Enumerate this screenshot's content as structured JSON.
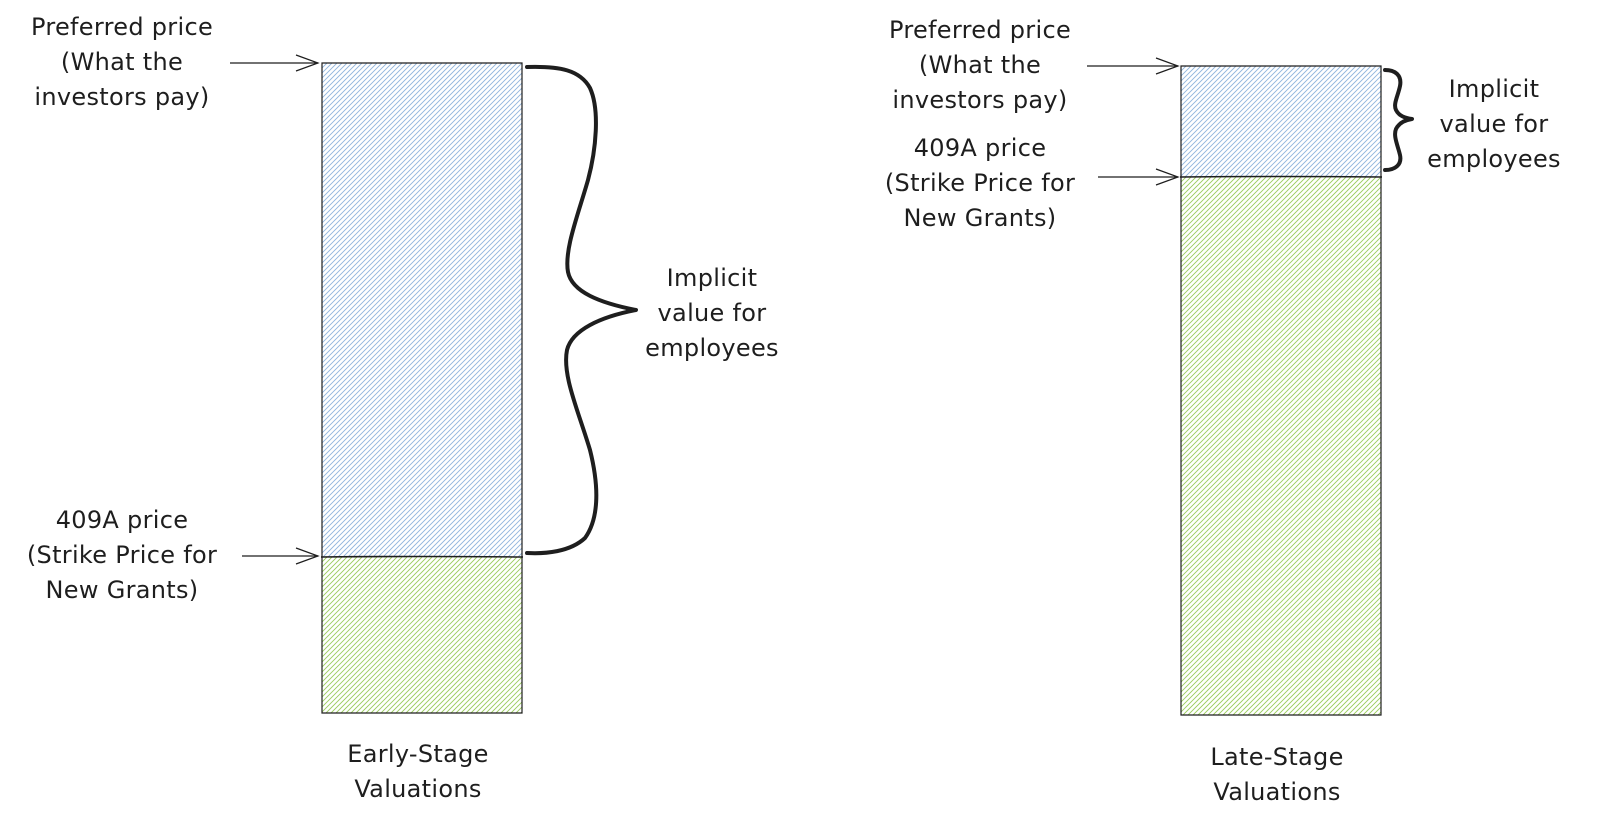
{
  "colors": {
    "stroke": "#1e1e1e",
    "blue_hatch": "#8fb4dd",
    "green_hatch": "#9acc5c",
    "background": "#ffffff"
  },
  "diagrams": [
    {
      "id": "early",
      "caption": [
        "Early-Stage",
        "Valuations"
      ],
      "preferred_label": [
        "Preferred price",
        "(What the",
        "investors pay)"
      ],
      "strike_label": [
        "409A price",
        "(Strike Price for",
        "New Grants)"
      ],
      "implicit_label": [
        "Implicit",
        "value for",
        "employees"
      ]
    },
    {
      "id": "late",
      "caption": [
        "Late-Stage",
        "Valuations"
      ],
      "preferred_label": [
        "Preferred price",
        "(What the",
        "investors pay)"
      ],
      "strike_label": [
        "409A price",
        "(Strike Price for",
        "New Grants)"
      ],
      "implicit_label": [
        "Implicit",
        "value for",
        "employees"
      ]
    }
  ]
}
